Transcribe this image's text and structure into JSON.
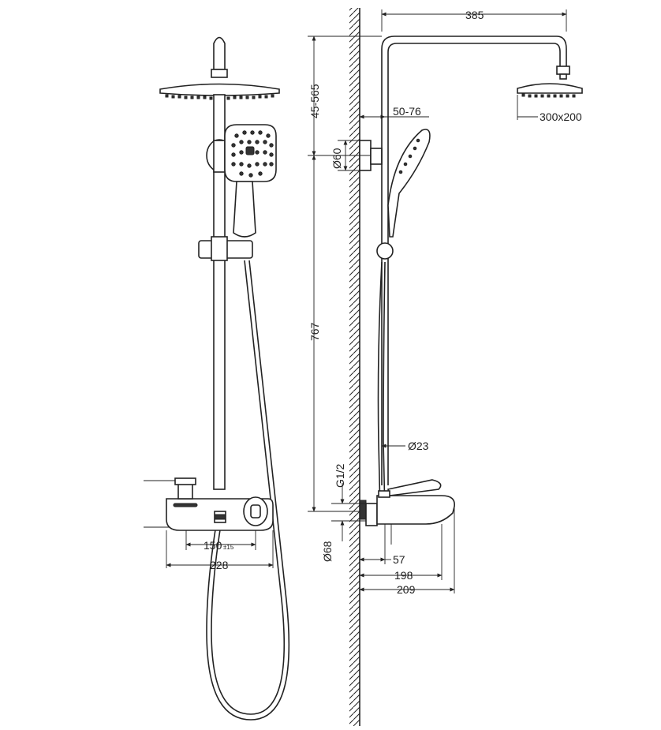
{
  "dimensions": {
    "arm_length": "385",
    "head_size": "300x200",
    "height_range": "45-565",
    "wall_distance": "50-76",
    "bracket_dia": "Ø60",
    "bar_length": "767",
    "pipe_dia": "Ø23",
    "inlet_thread": "G1/2",
    "escutcheon_dia": "Ø68",
    "inlet_offset": "57",
    "spout_depth": "198",
    "total_depth": "209",
    "centre_distance": "150",
    "centre_tolerance": "±15",
    "mixer_width": "228"
  }
}
